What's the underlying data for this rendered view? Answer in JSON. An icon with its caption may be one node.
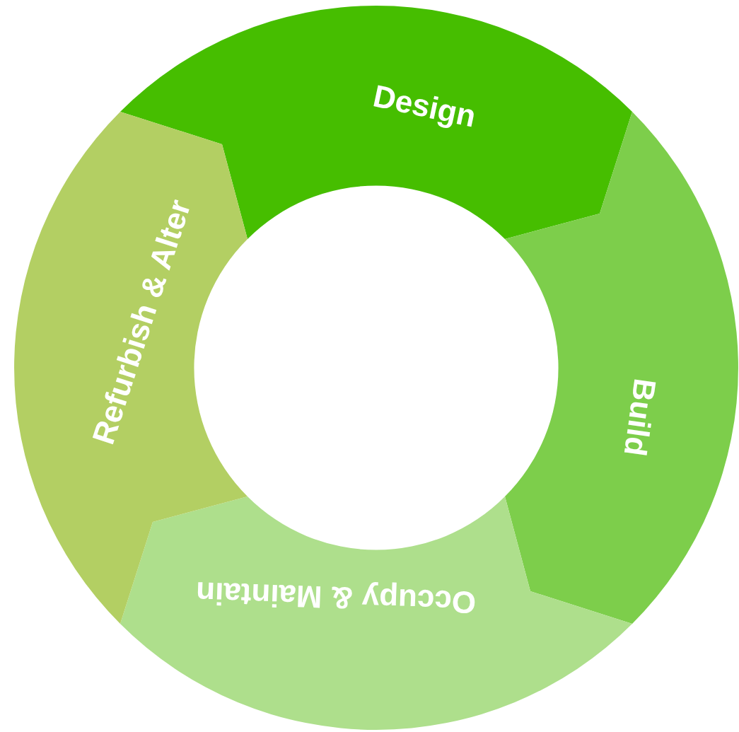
{
  "diagram": {
    "nodes": [
      {
        "text": [
          "Design"
        ]
      },
      {
        "text": [
          "Build"
        ]
      },
      {
        "text": [
          "Occupy & Maintain"
        ]
      },
      {
        "text": [
          "Refurbish & Alter"
        ]
      }
    ]
  }
}
